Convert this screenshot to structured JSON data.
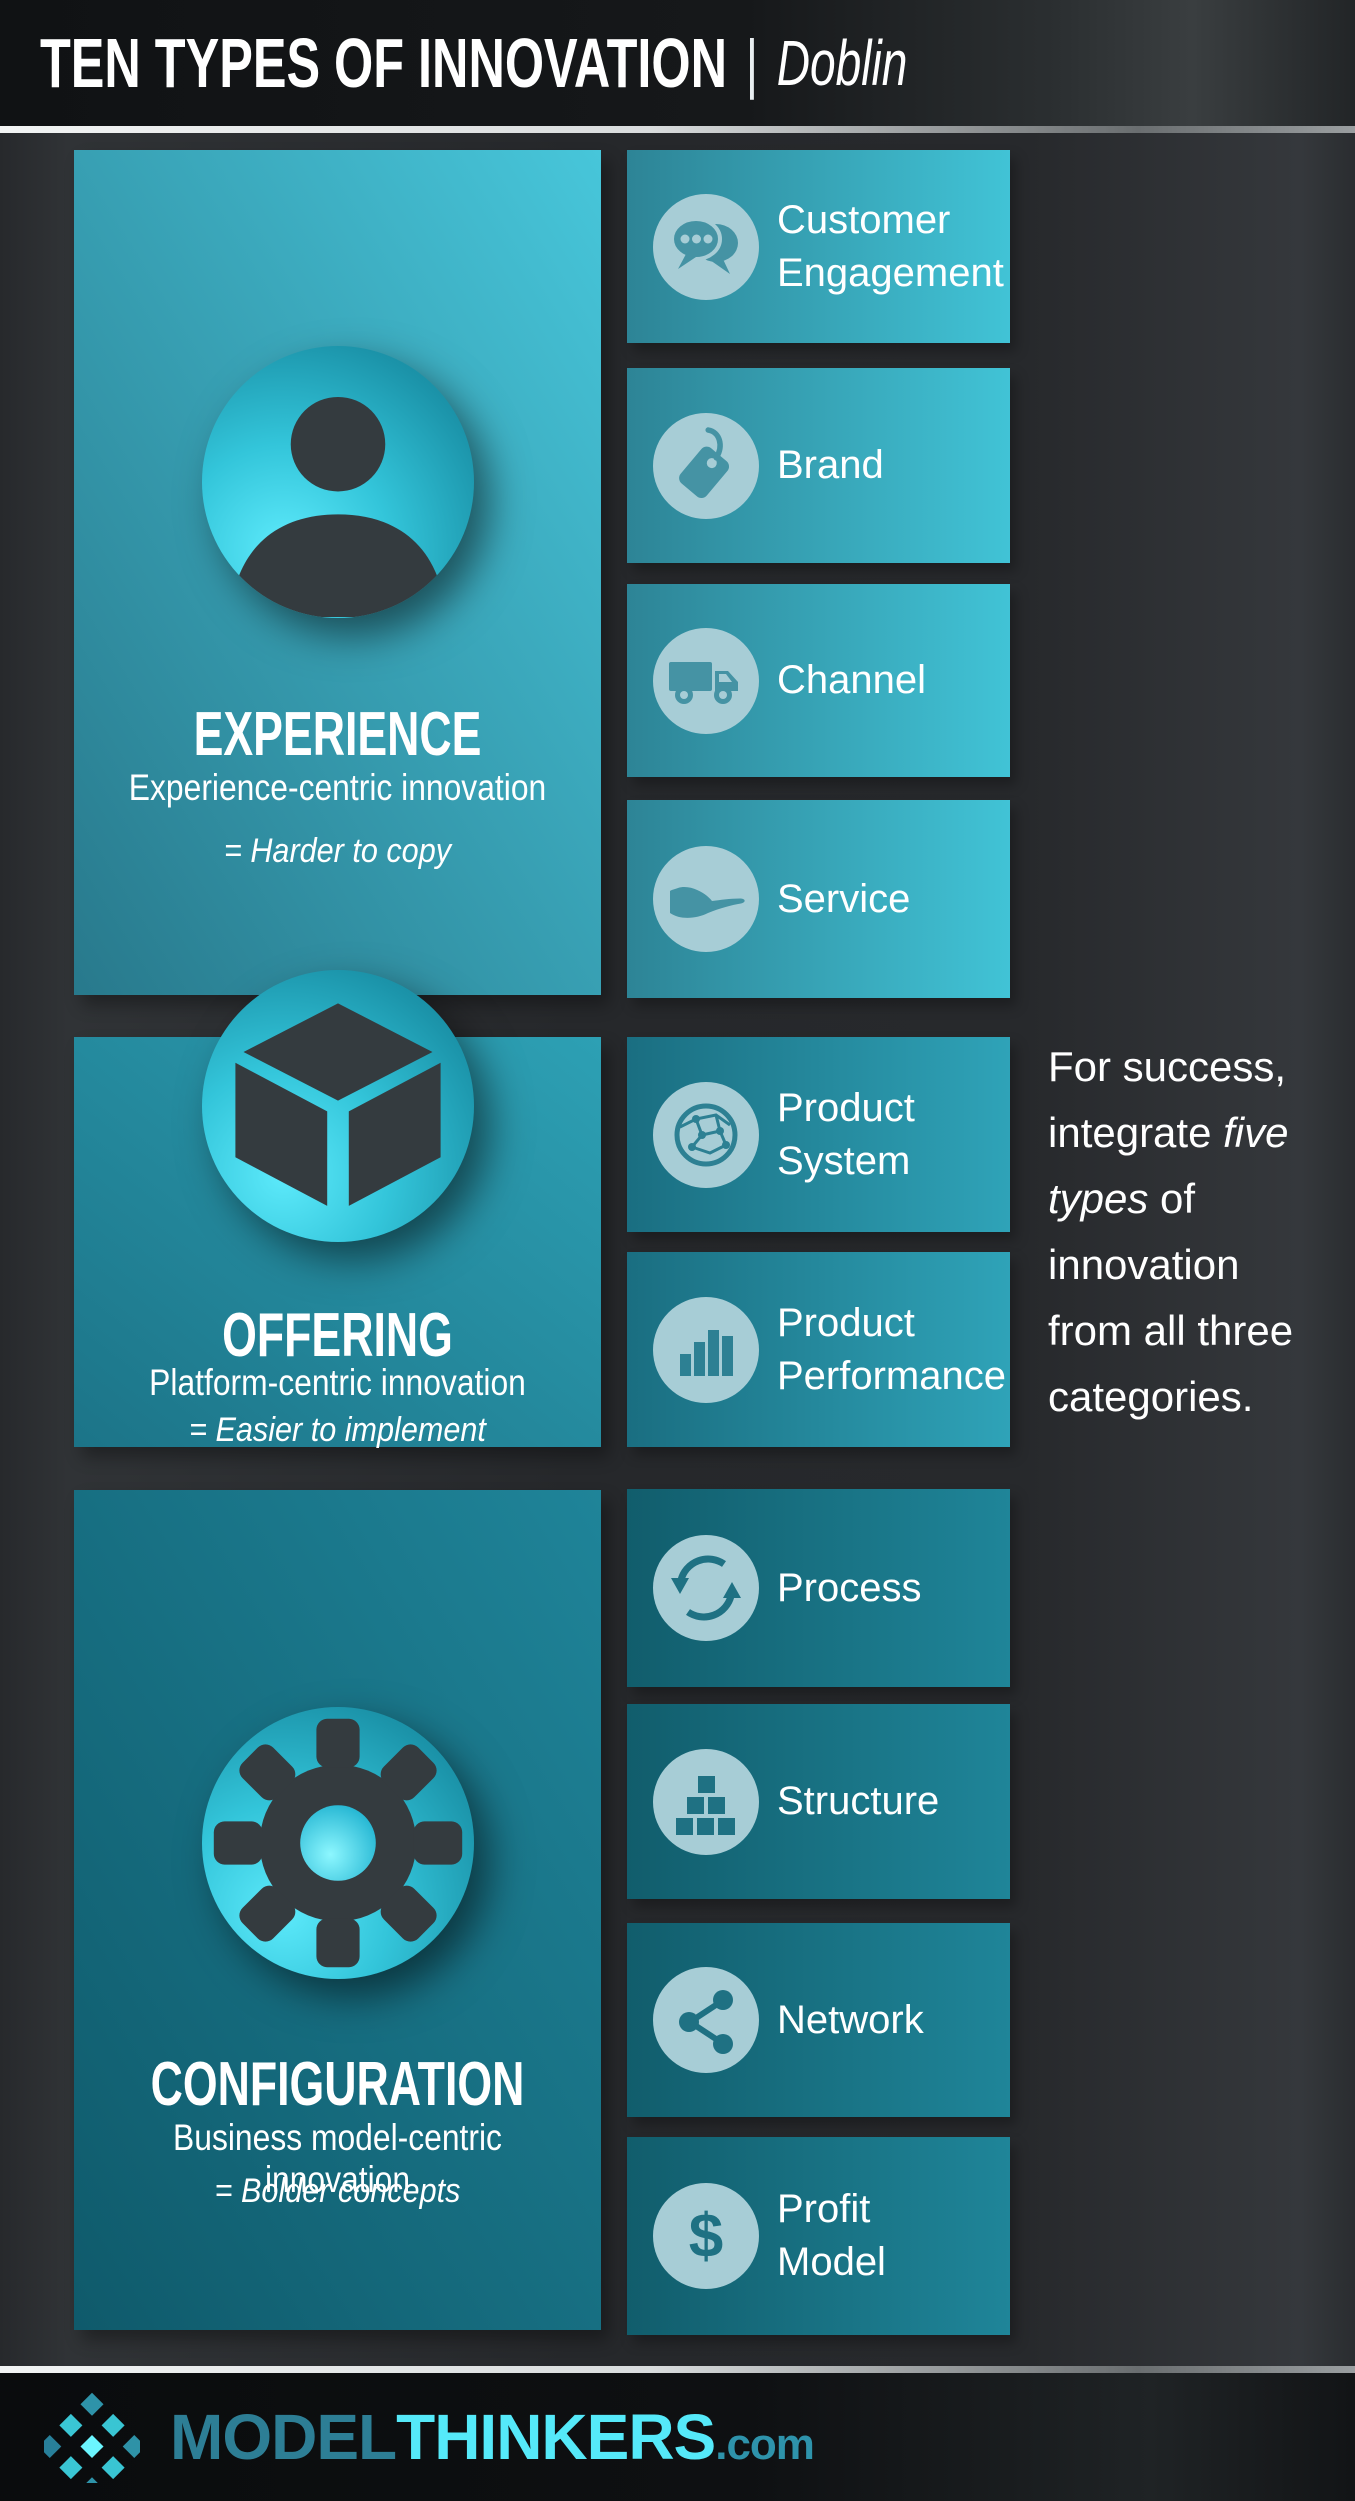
{
  "header": {
    "title": "TEN TYPES OF INNOVATION",
    "separator": "|",
    "brand": "Doblin"
  },
  "categories": [
    {
      "title": "EXPERIENCE",
      "subtitle": "Experience-centric innovation",
      "note": "= Harder to copy",
      "icon": "person-icon"
    },
    {
      "title": "OFFERING",
      "subtitle": "Platform-centric innovation",
      "note": "= Easier to implement",
      "icon": "cube-icon"
    },
    {
      "title": "CONFIGURATION",
      "subtitle": "Business model-centric innovation",
      "note": "= Bolder concepts",
      "icon": "gear-icon"
    }
  ],
  "types": [
    {
      "label": "Customer Engagement",
      "line1": "Customer",
      "line2": "Engagement",
      "icon": "chat-bubbles-icon",
      "group": "experience"
    },
    {
      "label": "Brand",
      "line1": "Brand",
      "icon": "price-tag-icon",
      "group": "experience"
    },
    {
      "label": "Channel",
      "line1": "Channel",
      "icon": "truck-icon",
      "group": "experience"
    },
    {
      "label": "Service",
      "line1": "Service",
      "icon": "hand-icon",
      "group": "experience"
    },
    {
      "label": "Product System",
      "line1": "Product",
      "line2": "System",
      "icon": "globe-network-icon",
      "group": "offering"
    },
    {
      "label": "Product Performance",
      "line1": "Product",
      "line2": "Performance",
      "icon": "bar-chart-icon",
      "group": "offering"
    },
    {
      "label": "Process",
      "line1": "Process",
      "icon": "refresh-icon",
      "group": "configuration"
    },
    {
      "label": "Structure",
      "line1": "Structure",
      "icon": "blocks-icon",
      "group": "configuration"
    },
    {
      "label": "Network",
      "line1": "Network",
      "icon": "share-icon",
      "group": "configuration"
    },
    {
      "label": "Profit Model",
      "line1": "Profit",
      "line2": "Model",
      "icon": "dollar-icon",
      "group": "configuration"
    }
  ],
  "callout": {
    "line1": "For success,",
    "line2_regular": "integrate ",
    "line2_italic": "five",
    "line3_italic": "types",
    "line3_regular": " of",
    "line4": "innovation",
    "line5": "from all three",
    "line6": "categories."
  },
  "footer": {
    "wordmark_model": "MODEL",
    "wordmark_thinkers": "THINKERS",
    "wordmark_com": ".com"
  },
  "colors": {
    "accent_cyan": "#55e9f9",
    "experience_gradient": [
      "#28798c",
      "#47c6da"
    ],
    "offering_gradient": [
      "#1c7488",
      "#2da0b4"
    ],
    "configuration_gradient": [
      "#0f5a6b",
      "#1f8499"
    ],
    "icon_circle_light": "#a7cdd6",
    "dark_glyph": "#343b3f",
    "background_dark": "#27292c",
    "wordmark_model_color": "#2d7e95",
    "wordmark_thinkers_color": "#55e9f9",
    "wordmark_com_color": "#2e93ab"
  }
}
